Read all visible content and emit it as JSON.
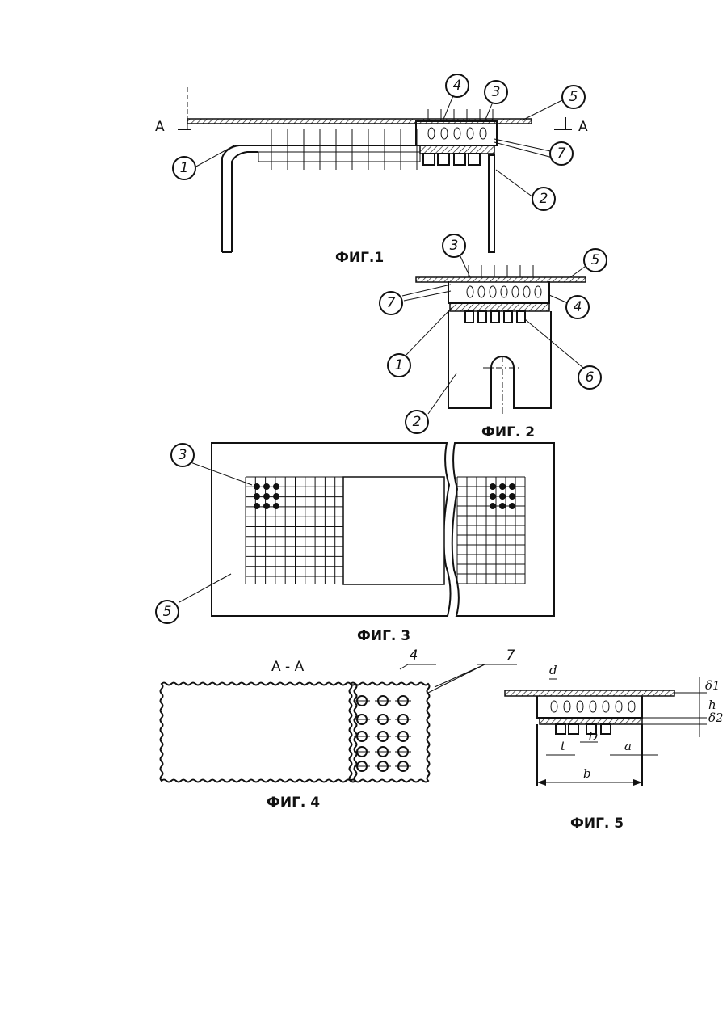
{
  "figures": {
    "fig1": {
      "caption": "ФИГ.1",
      "section_marker": "А",
      "labels": [
        "1",
        "2",
        "3",
        "4",
        "5",
        "7"
      ]
    },
    "fig2": {
      "caption": "ФИГ. 2",
      "labels": [
        "1",
        "2",
        "3",
        "4",
        "5",
        "6",
        "7"
      ]
    },
    "fig3": {
      "caption": "ФИГ. 3",
      "labels": [
        "3",
        "5"
      ]
    },
    "fig4": {
      "caption": "ФИГ. 4",
      "section_title": "А - А",
      "labels": [
        "4",
        "7"
      ]
    },
    "fig5": {
      "caption": "ФИГ. 5",
      "dimensions": {
        "d": "d",
        "delta1": "δ1",
        "h": "h",
        "delta2": "δ2",
        "t": "t",
        "D": "D",
        "a": "a",
        "b": "b"
      }
    }
  }
}
